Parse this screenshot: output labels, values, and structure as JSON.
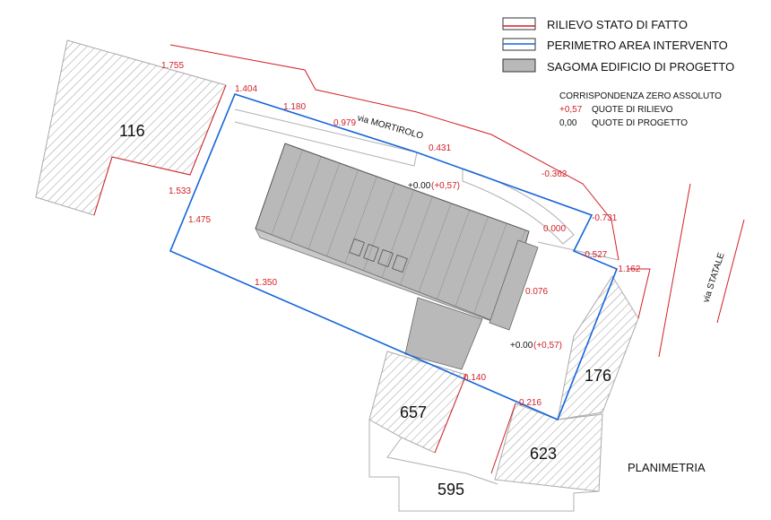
{
  "legend": {
    "rilievo": "RILIEVO STATO DI FATTO",
    "perimetro": "PERIMETRO AREA INTERVENTO",
    "sagoma": "SAGOMA EDIFICIO DI PROGETTO",
    "corrispondenza": "CORRISPONDENZA ZERO ASSOLUTO",
    "rilievo_value": "+0,57",
    "rilievo_label": "QUOTE DI RILIEVO",
    "progetto_value": "0,00",
    "progetto_label": "QUOTE DI PROGETTO"
  },
  "colors": {
    "rilievo_line": "#d21f26",
    "perimetro_line": "#1565d8",
    "sagoma_fill": "#b9b9b9",
    "hatch": "#9a9a9a",
    "survey_text": "#d21f26"
  },
  "streets": {
    "mortirolo": "via MORTIROLO",
    "statale": "via STATALE"
  },
  "lots": {
    "l116": "116",
    "l176": "176",
    "l657": "657",
    "l623": "623",
    "l595": "595"
  },
  "levels": {
    "a_base": "+0.00",
    "a_survey": "(+0,57)",
    "b_base": "+0.00",
    "b_survey": "(+0,57)"
  },
  "heights": {
    "h1755": "1.755",
    "h1404": "1.404",
    "h1180": "1.180",
    "h0979": "0.979",
    "h0431": "0.431",
    "hm0362": "-0.362",
    "h1533": "1.533",
    "h1475": "1.475",
    "hm0731": "-0.731",
    "h0000": "0.000",
    "hm0527": "-0.527",
    "hm1162": "-1.162",
    "h1350": "1.350",
    "h0076": "0.076",
    "h0140": "0.140",
    "h0216": "0.216"
  },
  "caption": "PLANIMETRIA"
}
